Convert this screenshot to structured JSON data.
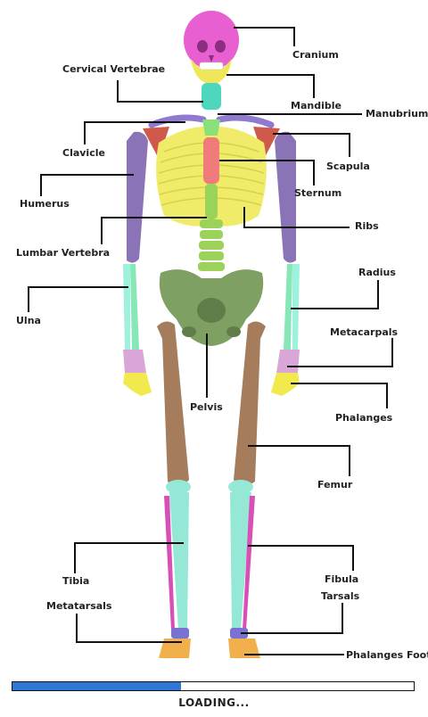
{
  "labels": {
    "cranium": "Cranium",
    "cervical_vertebrae": "Cervical Vertebrae",
    "mandible": "Mandible",
    "manubrium": "Manubrium",
    "clavicle": "Clavicle",
    "scapula": "Scapula",
    "humerus": "Humerus",
    "sternum": "Sternum",
    "ribs": "Ribs",
    "lumbar_vertebra": "Lumbar Vertebra",
    "radius": "Radius",
    "ulna": "Ulna",
    "metacarpals": "Metacarpals",
    "pelvis": "Pelvis",
    "phalanges": "Phalanges",
    "femur": "Femur",
    "tibia": "Tibia",
    "fibula": "Fibula",
    "tarsals": "Tarsals",
    "metatarsals": "Metatarsals",
    "phalanges_foot": "Phalanges Foot"
  },
  "loading": {
    "text": "LOADING...",
    "progress": 0.42
  },
  "colors": {
    "cranium": "#e85fd2",
    "mandible": "#f0e65a",
    "cervical": "#4fd6bf",
    "clavicle": "#8f7ad0",
    "scapula": "#cf5a4c",
    "humerus": "#8a73b6",
    "ribs": "#f0ec6a",
    "sternum": "#ef7b7b",
    "manubrium": "#8be07a",
    "spine": "#9bd35a",
    "pelvis": "#7fa063",
    "femur": "#a57c5c",
    "radius": "#88e7b6",
    "ulna": "#9ef2dd",
    "metacarpals": "#d9a6d7",
    "phalanges": "#f2e94c",
    "tibia": "#96e8d6",
    "fibula": "#d84fb7",
    "tarsals": "#7a72d0",
    "phalanges_foot": "#f1b04c",
    "progress_fill": "#2f77d6"
  }
}
